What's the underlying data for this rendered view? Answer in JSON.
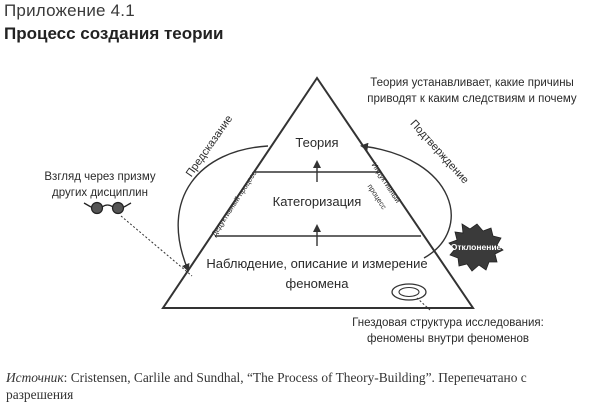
{
  "header": {
    "appendix_label": "Приложение 4.1",
    "title": "Процесс создания теории"
  },
  "diagram": {
    "levels": {
      "theory": "Теория",
      "categorization": "Категоризация",
      "observation_line1": "Наблюдение, описание и измерение",
      "observation_line2": "феномена"
    },
    "left_cycle": {
      "prediction": "Предсказание",
      "deductive": "Дедуктивный процесс"
    },
    "right_cycle": {
      "confirmation": "Подтверждение",
      "inductive_line1": "Индуктивный",
      "inductive_line2": "процесс"
    },
    "anomaly_badge": "Отклонение",
    "note_top_right_line1": "Теория устанавливает, какие причины",
    "note_top_right_line2": "приводят к каким следствиям и почему",
    "note_left_line1": "Взгляд через призму",
    "note_left_line2": "других дисциплин",
    "note_bottom_right_line1": "Гнездовая структура исследования:",
    "note_bottom_right_line2": "феномены внутри феноменов",
    "icons": [
      "glasses-icon",
      "nested-ellipses-icon",
      "anomaly-burst-icon"
    ]
  },
  "source": {
    "label": "Источник",
    "text": ": Cristensen, Carlile and Sundhal, “The Process of Theory-Building”. Перепечатано с разрешения"
  }
}
